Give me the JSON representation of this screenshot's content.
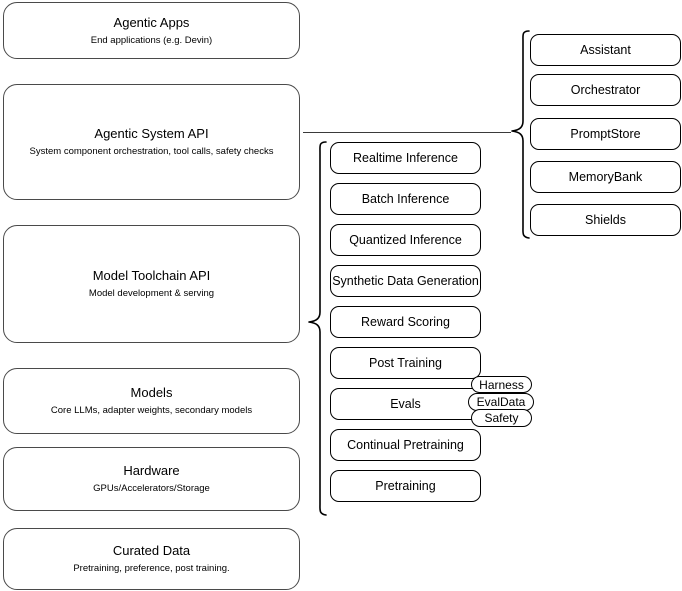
{
  "diagram": {
    "title": "AI stack layered architecture diagram",
    "colors": {
      "background": "#ffffff",
      "stack_border": "#4a4a4a",
      "node_border": "#000000",
      "text": "#000000",
      "connector": "#3a3a3a"
    }
  },
  "stack_layers": [
    {
      "title": "Agentic Apps",
      "subtitle": "End applications (e.g. Devin)"
    },
    {
      "title": "Agentic System API",
      "subtitle": "System component orchestration, tool calls, safety checks"
    },
    {
      "title": "Model Toolchain API",
      "subtitle": "Model development & serving"
    },
    {
      "title": "Models",
      "subtitle": "Core LLMs, adapter weights, secondary models"
    },
    {
      "title": "Hardware",
      "subtitle": "GPUs/Accelerators/Storage"
    },
    {
      "title": "Curated Data",
      "subtitle": "Pretraining, preference, post training."
    }
  ],
  "toolchain_nodes": [
    {
      "label": "Realtime Inference"
    },
    {
      "label": "Batch Inference"
    },
    {
      "label": "Quantized Inference"
    },
    {
      "label": "Synthetic Data Generation"
    },
    {
      "label": "Reward Scoring"
    },
    {
      "label": "Post Training"
    },
    {
      "label": "Evals"
    },
    {
      "label": "Continual Pretraining"
    },
    {
      "label": "Pretraining"
    }
  ],
  "evals_chips": [
    {
      "label": "Harness"
    },
    {
      "label": "EvalData"
    },
    {
      "label": "Safety"
    }
  ],
  "system_nodes": [
    {
      "label": "Assistant"
    },
    {
      "label": "Orchestrator"
    },
    {
      "label": "PromptStore"
    },
    {
      "label": "MemoryBank"
    },
    {
      "label": "Shields"
    }
  ]
}
